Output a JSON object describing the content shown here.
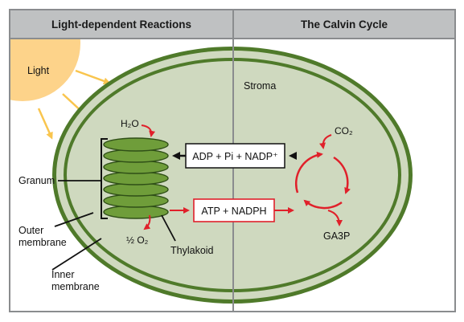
{
  "headers": {
    "left": "Light-dependent Reactions",
    "right": "The Calvin Cycle"
  },
  "labels": {
    "light": "Light",
    "stroma": "Stroma",
    "water": "H₂O",
    "co2": "CO₂",
    "adp": "ADP + Pi + NADP⁺",
    "atp": "ATP + NADPH",
    "granum": "Granum",
    "outer_membrane_1": "Outer",
    "outer_membrane_2": "membrane",
    "inner_membrane_1": "Inner",
    "inner_membrane_2": "membrane",
    "oxygen": "½ O₂",
    "thylakoid": "Thylakoid",
    "ga3p": "GA3P"
  },
  "colors": {
    "header_bg": "#bfc1c2",
    "border": "#8a8c8e",
    "sun": "#fdd38a",
    "sun_rays": "#f9c54e",
    "chloroplast_fill": "#cfd9bf",
    "membrane": "#4f7a2a",
    "thylakoid_fill": "#6f9d3a",
    "red_arrow": "#e0202a",
    "black_arrow": "#111111"
  },
  "icons": {
    "sun": "sun-icon",
    "calvin_cycle": "cycle-arrows-icon"
  }
}
